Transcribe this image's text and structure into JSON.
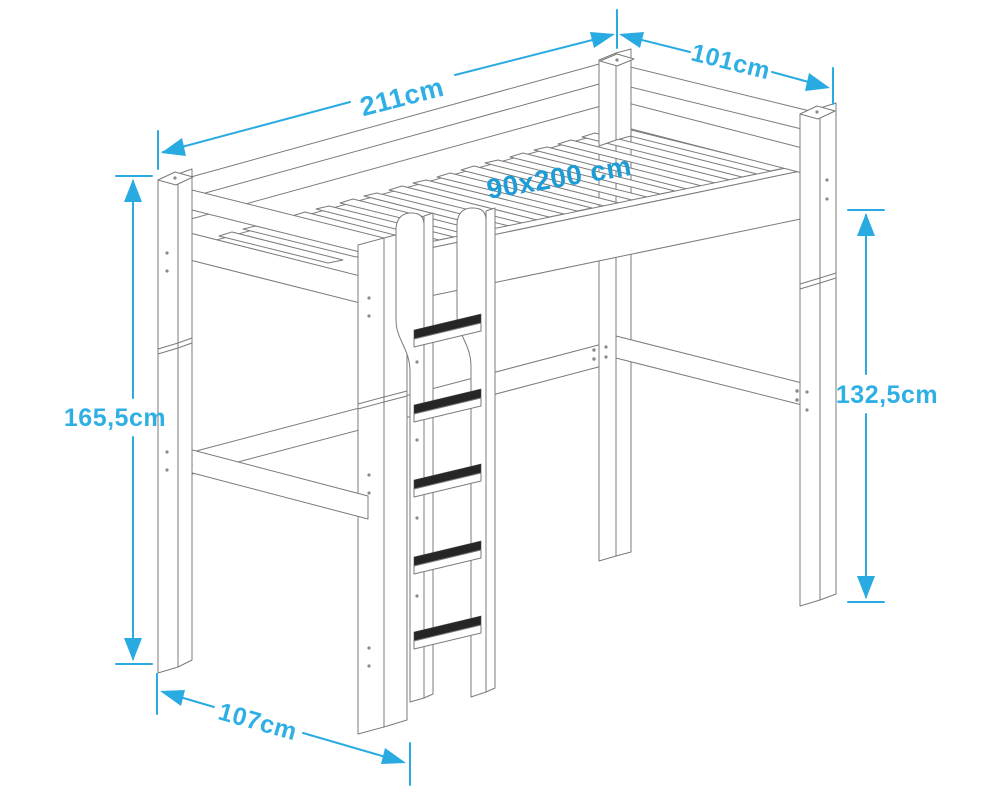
{
  "diagram": {
    "subject": "loft-bed-dimension-drawing",
    "dimensions": {
      "top_length": "211cm",
      "top_width": "101cm",
      "mattress_size": "90x200 cm",
      "left_height": "165,5cm",
      "right_height": "132,5cm",
      "bottom_depth": "107cm"
    },
    "colors": {
      "dimension_accent": "#29abe2",
      "mattress_label": "#1e9cd6",
      "drawing_stroke": "#7b7b7b",
      "ladder_tread": "#262626",
      "background": "#ffffff"
    }
  }
}
